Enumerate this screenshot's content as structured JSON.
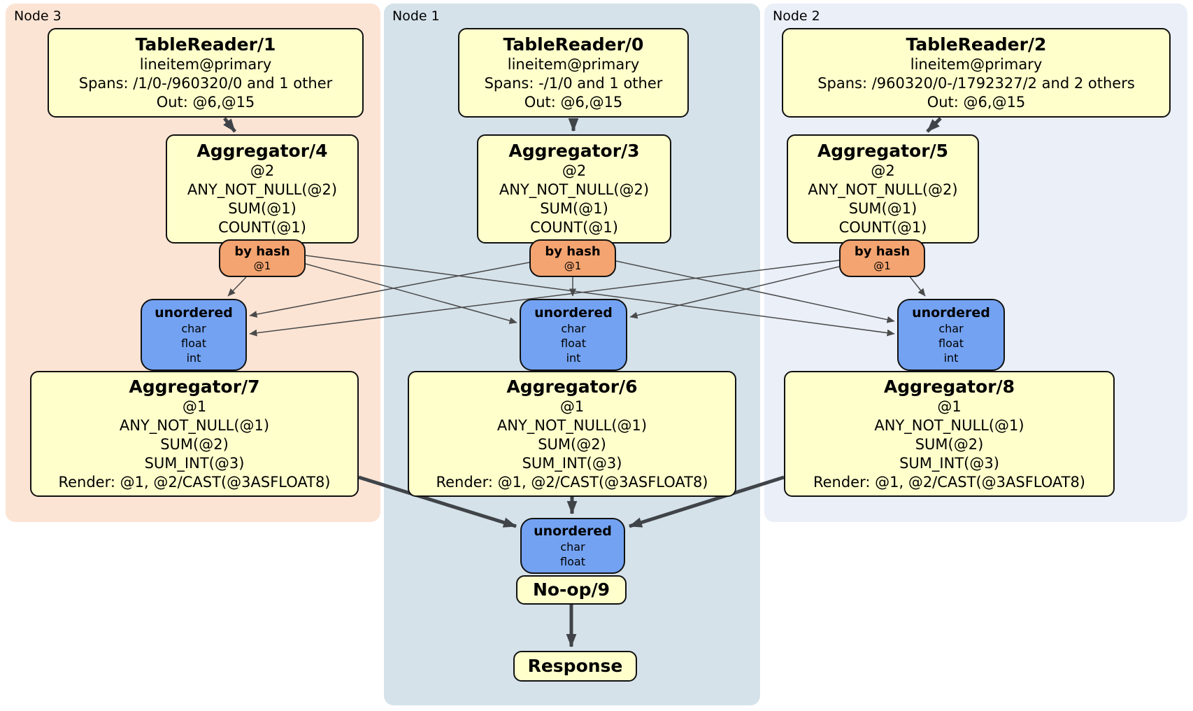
{
  "colors": {
    "node3_bg": "#FCE4D4",
    "node1_bg": "#D5E2EA",
    "node2_bg": "#EAEFF8",
    "processor_bg": "#FFFFCC",
    "router_bg": "#F4A470",
    "sync_bg": "#73A2F2",
    "edge": "#404448"
  },
  "nodes": [
    {
      "label": "Node 3",
      "table_reader": {
        "title": "TableReader/1",
        "index": "lineitem@primary",
        "spans": "Spans: /1/0-/960320/0 and 1 other",
        "out": "Out: @6,@15"
      },
      "pre_aggregator": {
        "title": "Aggregator/4",
        "group": "@2",
        "fn1": "ANY_NOT_NULL(@2)",
        "fn2": "SUM(@1)",
        "fn3": "COUNT(@1)"
      },
      "router": {
        "title": "by hash",
        "key": "@1"
      },
      "sync": {
        "title": "unordered",
        "t1": "char",
        "t2": "float",
        "t3": "int"
      },
      "post_aggregator": {
        "title": "Aggregator/7",
        "group": "@1",
        "fn1": "ANY_NOT_NULL(@1)",
        "fn2": "SUM(@2)",
        "fn3": "SUM_INT(@3)",
        "render": "Render: @1, @2/CAST(@3ASFLOAT8)"
      }
    },
    {
      "label": "Node 1",
      "table_reader": {
        "title": "TableReader/0",
        "index": "lineitem@primary",
        "spans": "Spans: -/1/0 and 1 other",
        "out": "Out: @6,@15"
      },
      "pre_aggregator": {
        "title": "Aggregator/3",
        "group": "@2",
        "fn1": "ANY_NOT_NULL(@2)",
        "fn2": "SUM(@1)",
        "fn3": "COUNT(@1)"
      },
      "router": {
        "title": "by hash",
        "key": "@1"
      },
      "sync": {
        "title": "unordered",
        "t1": "char",
        "t2": "float",
        "t3": "int"
      },
      "post_aggregator": {
        "title": "Aggregator/6",
        "group": "@1",
        "fn1": "ANY_NOT_NULL(@1)",
        "fn2": "SUM(@2)",
        "fn3": "SUM_INT(@3)",
        "render": "Render: @1, @2/CAST(@3ASFLOAT8)"
      }
    },
    {
      "label": "Node 2",
      "table_reader": {
        "title": "TableReader/2",
        "index": "lineitem@primary",
        "spans": "Spans: /960320/0-/1792327/2 and 2 others",
        "out": "Out: @6,@15"
      },
      "pre_aggregator": {
        "title": "Aggregator/5",
        "group": "@2",
        "fn1": "ANY_NOT_NULL(@2)",
        "fn2": "SUM(@1)",
        "fn3": "COUNT(@1)"
      },
      "router": {
        "title": "by hash",
        "key": "@1"
      },
      "sync": {
        "title": "unordered",
        "t1": "char",
        "t2": "float",
        "t3": "int"
      },
      "post_aggregator": {
        "title": "Aggregator/8",
        "group": "@1",
        "fn1": "ANY_NOT_NULL(@1)",
        "fn2": "SUM(@2)",
        "fn3": "SUM_INT(@3)",
        "render": "Render: @1, @2/CAST(@3ASFLOAT8)"
      }
    }
  ],
  "final_stage": {
    "sync": {
      "title": "unordered",
      "t1": "char",
      "t2": "float"
    },
    "noop_title": "No-op/9",
    "response_title": "Response"
  }
}
